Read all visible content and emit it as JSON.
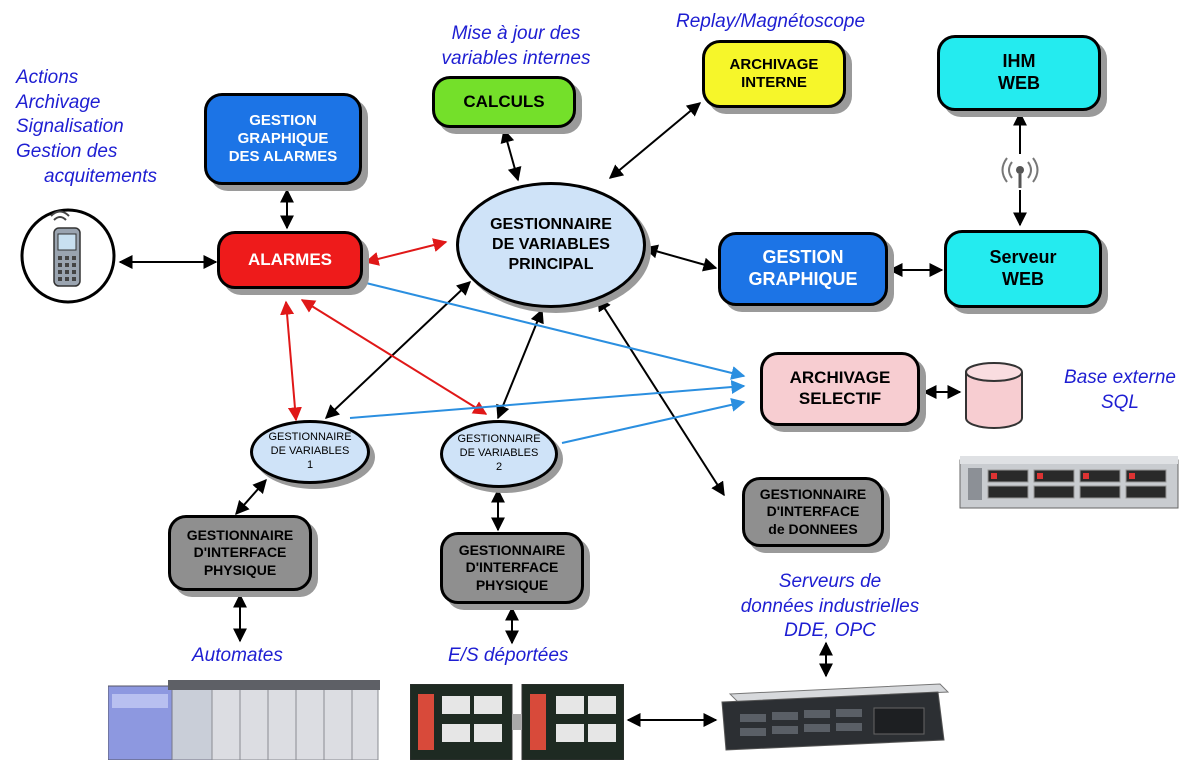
{
  "colors": {
    "blue_box": "#1c74e6",
    "red_box": "#ee1b1b",
    "green_box": "#74e02a",
    "yellow_box": "#f6f62a",
    "cyan_box": "#24ebef",
    "pink_box": "#f7cdd1",
    "grey_box": "#8f8f8f",
    "ellipse": "#cfe3f8",
    "label_text": "#1e1ed2",
    "arrow_black": "#000000",
    "arrow_red": "#e01818",
    "arrow_blue": "#2b8fe0"
  },
  "labels": {
    "actions": [
      "Actions",
      "Archivage",
      "Signalisation",
      "Gestion des",
      "acquitements"
    ],
    "maj": [
      "Mise à jour des",
      "variables internes"
    ],
    "replay": [
      "Replay/Magnétoscope"
    ],
    "base": [
      "Base externe",
      "SQL"
    ],
    "serveurs": [
      "Serveurs de",
      "données industrielles",
      "DDE,  OPC"
    ],
    "automates": [
      "Automates"
    ],
    "es": [
      "E/S déportées"
    ]
  },
  "boxes": {
    "gestion_alarmes": [
      "GESTION",
      "GRAPHIQUE",
      "DES ALARMES"
    ],
    "alarmes": [
      "ALARMES"
    ],
    "calculs": [
      "CALCULS"
    ],
    "archivage_interne": [
      "ARCHIVAGE",
      "INTERNE"
    ],
    "ihm_web": [
      "IHM",
      "WEB"
    ],
    "serveur_web": [
      "Serveur",
      "WEB"
    ],
    "gestion_graphique": [
      "GESTION",
      "GRAPHIQUE"
    ],
    "archivage_selectif": [
      "ARCHIVAGE",
      "SELECTIF"
    ],
    "gip1": [
      "GESTIONNAIRE",
      "D'INTERFACE",
      "PHYSIQUE"
    ],
    "gip2": [
      "GESTIONNAIRE",
      "D'INTERFACE",
      "PHYSIQUE"
    ],
    "gid": [
      "GESTIONNAIRE",
      "D'INTERFACE",
      "de DONNEES"
    ]
  },
  "ellipses": {
    "principal": [
      "GESTIONNAIRE",
      "DE VARIABLES",
      "PRINCIPAL"
    ],
    "gv1": [
      "GESTIONNAIRE",
      "DE VARIABLES",
      "1"
    ],
    "gv2": [
      "GESTIONNAIRE",
      "DE VARIABLES",
      "2"
    ]
  },
  "icons": {
    "phone": "mobile-phone-icon",
    "antenna": "wireless-antenna-icon",
    "database": "database-cylinder-icon",
    "server_rack": "rack-server-icon",
    "server_industrial": "industrial-server-icon",
    "plc": "plc-automate-icon",
    "io_modules": "remote-io-modules-icon"
  }
}
